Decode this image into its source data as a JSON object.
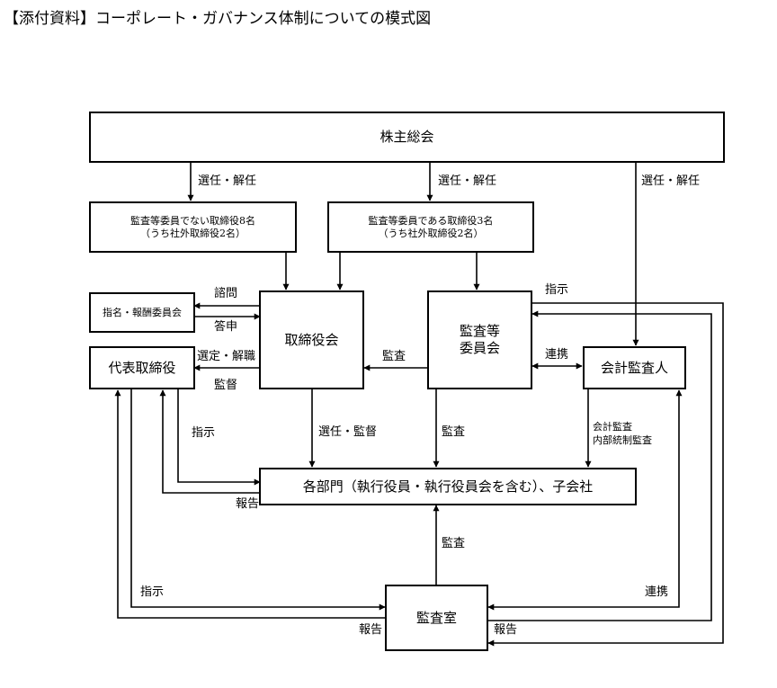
{
  "title": "【添付資料】コーポレート・ガバナンス体制についての模式図",
  "boxes": {
    "shareholders": "株主総会",
    "directors_non_ac_line1": "監査等委員でない取締役8名",
    "directors_non_ac_line2": "（うち社外取締役2名）",
    "directors_ac_line1": "監査等委員である取締役3名",
    "directors_ac_line2": "（うち社外取締役2名）",
    "nomination": "指名・報酬委員会",
    "board": "取締役会",
    "ac_line1": "監査等",
    "ac_line2": "委員会",
    "auditor": "会計監査人",
    "ceo": "代表取締役",
    "departments": "各部門（執行役員・執行役員会を含む）、子会社",
    "audit_office": "監査室"
  },
  "labels": {
    "elect_dismiss_1": "選任・解任",
    "elect_dismiss_2": "選任・解任",
    "elect_dismiss_3": "選任・解任",
    "inquiry": "諮問",
    "report_answer": "答申",
    "select_dismiss": "選定・解職",
    "supervise": "監督",
    "audit_board": "監査",
    "cooperation_1": "連携",
    "instruction_top": "指示",
    "instruction_ceo": "指示",
    "elect_supervise": "選任・監督",
    "audit_depts": "監査",
    "accounting_audit": "会計監査",
    "internal_control_audit": "内部統制監査",
    "report_depts": "報告",
    "audit_office_audit": "監査",
    "instruction_office": "指示",
    "cooperation_2": "連携",
    "report_left": "報告",
    "report_right": "報告"
  }
}
